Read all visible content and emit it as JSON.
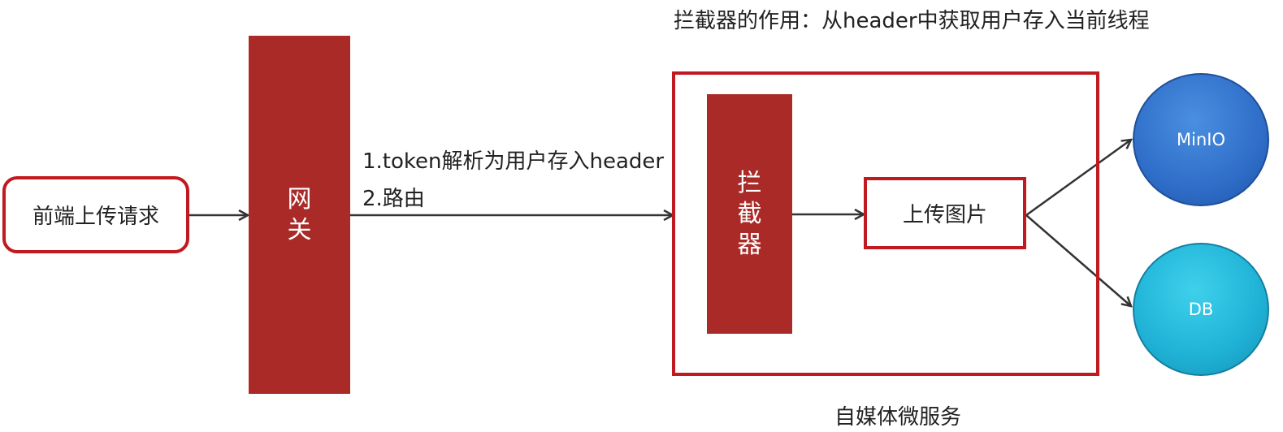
{
  "nodes": {
    "frontend": "前端上传请求",
    "gateway": [
      "网",
      "关"
    ],
    "interceptor": [
      "拦",
      "截",
      "器"
    ],
    "upload": "上传图片",
    "minio": "MinIO",
    "db": "DB"
  },
  "labels": {
    "top_note": "拦截器的作用：从header中获取用户存入当前线程",
    "edge_line1": "1.token解析为用户存入header",
    "edge_line2": "2.路由",
    "service_name": "自媒体微服务"
  },
  "colors": {
    "red_border": "#c0191f",
    "bar_fill": "#a92a27",
    "minio_fill": "#2f6ec9",
    "db_fill": "#1fb2d6"
  }
}
